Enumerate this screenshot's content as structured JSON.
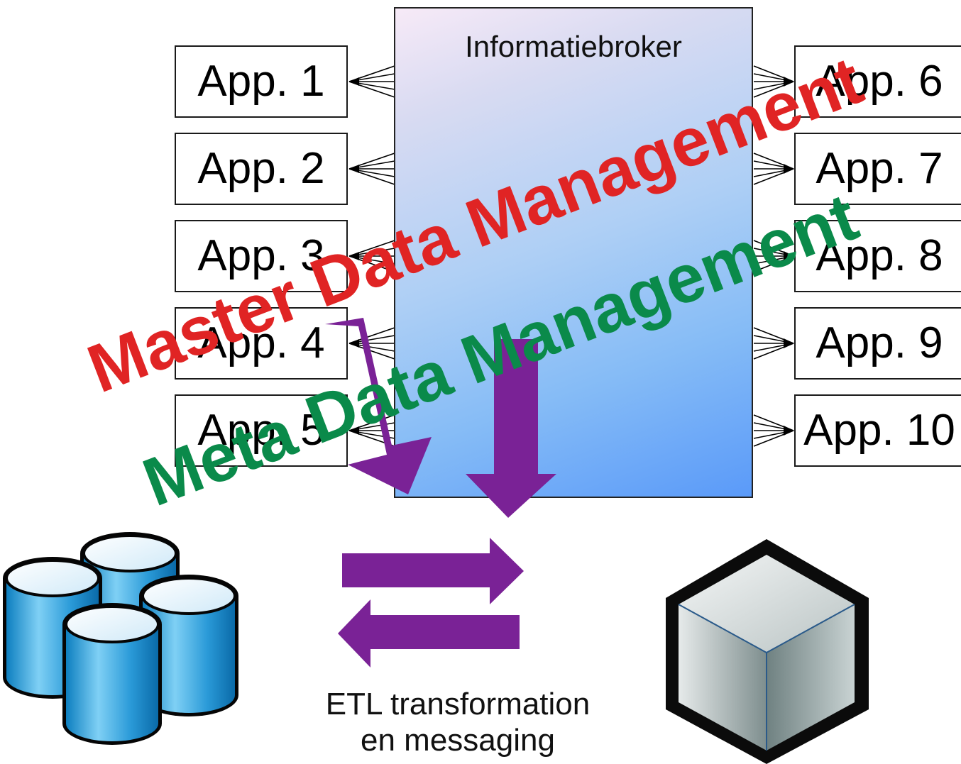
{
  "broker": {
    "title": "Informatiebroker"
  },
  "left_apps": [
    "App. 1",
    "App. 2",
    "App. 3",
    "App. 4",
    "App. 5"
  ],
  "right_apps": [
    "App. 6",
    "App. 7",
    "App. 8",
    "App. 9",
    "App. 10"
  ],
  "overlays": {
    "master": "Master Data Management",
    "meta": "Meta Data Management"
  },
  "etl": {
    "line1": "ETL transformation",
    "line2": "en messaging"
  },
  "icons": {
    "left": "database-cluster-icon",
    "right": "cube-icon"
  },
  "colors": {
    "master_text": "#e02424",
    "meta_text": "#0a8a4a",
    "arrow": "#7a2296"
  }
}
